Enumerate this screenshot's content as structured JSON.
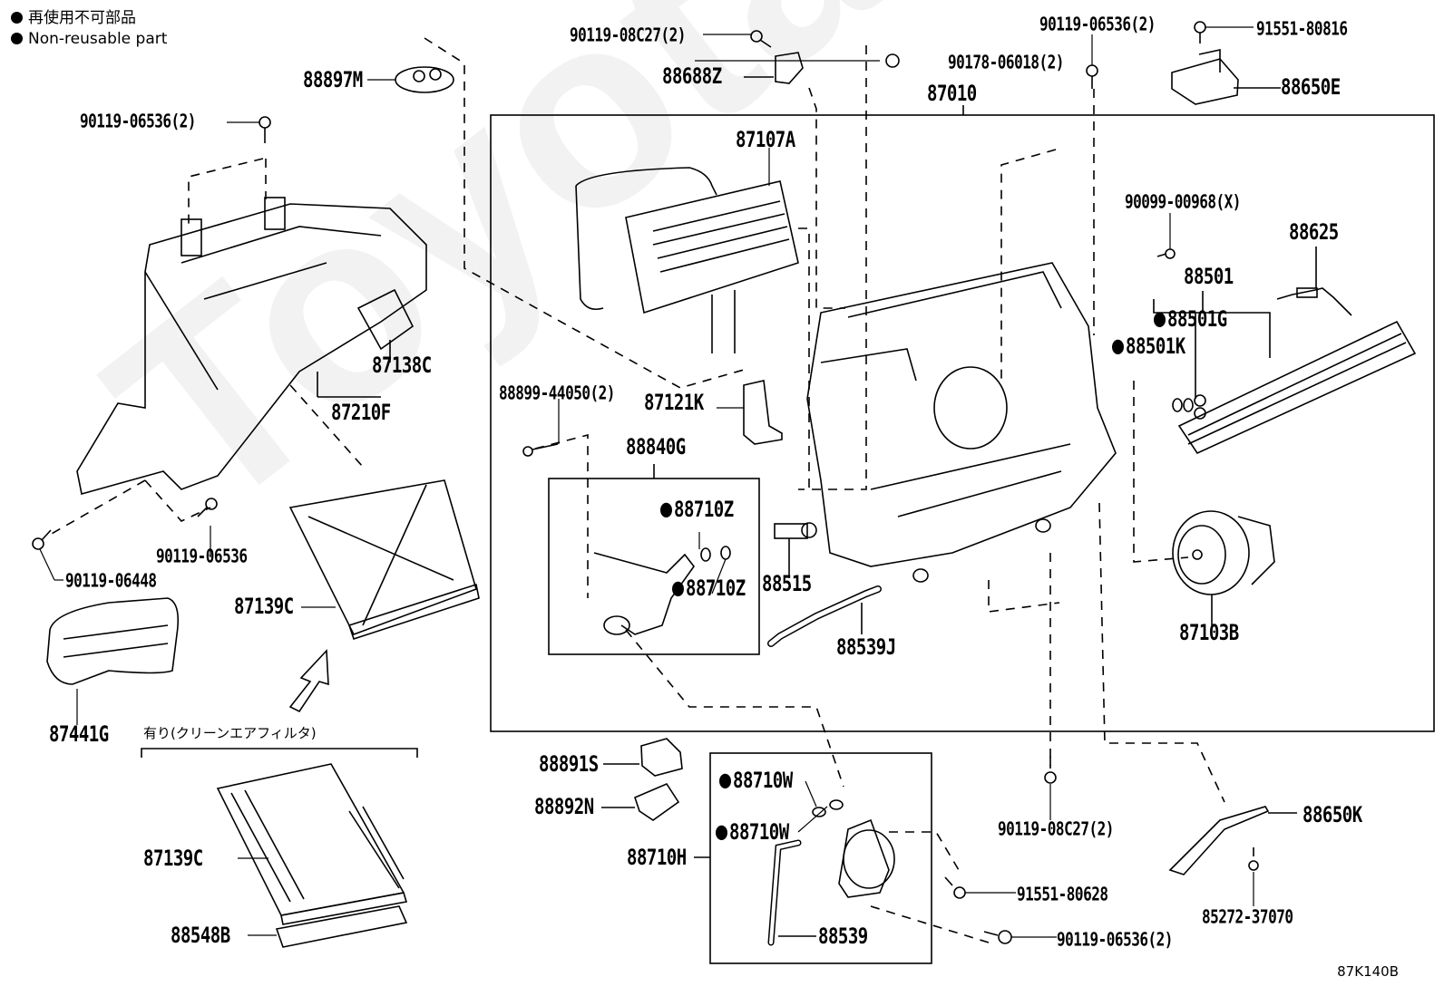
{
  "legend": {
    "jp": "再使用不可部品",
    "en": "Non-reusable part"
  },
  "watermark": "ToyotaCarPart.ru",
  "diagram_code": "87K140B",
  "filter_option_note": "有り(クリーンエアフィルタ)",
  "assembly_label": "87010",
  "parts": {
    "p88897M": "88897M",
    "p90119_06536_2_a": "90119-06536(2)",
    "p90119_08C27_2_a": "90119-08C27(2)",
    "p88688Z": "88688Z",
    "p90178_06018_2": "90178-06018(2)",
    "p87010": "87010",
    "p90119_06536_2_b": "90119-06536(2)",
    "p91551_80816": "91551-80816",
    "p88650E": "88650E",
    "p87107A": "87107A",
    "p90099_00968X": "90099-00968(X)",
    "p88625": "88625",
    "p88501": "88501",
    "p88501G": "88501G",
    "p88501K": "88501K",
    "p87138C": "87138C",
    "p87210F": "87210F",
    "p88899_44050_2": "88899-44050(2)",
    "p87121K": "87121K",
    "p88840G": "88840G",
    "p88710Z_a": "88710Z",
    "p88710Z_b": "88710Z",
    "p88515": "88515",
    "p88539J": "88539J",
    "p87103B": "87103B",
    "p90119_06536": "90119-06536",
    "p90119_06448": "90119-06448",
    "p87139C_a": "87139C",
    "p87441G": "87441G",
    "p87139C_b": "87139C",
    "p88548B": "88548B",
    "p88891S": "88891S",
    "p88892N": "88892N",
    "p88710W_a": "88710W",
    "p88710W_b": "88710W",
    "p88710H": "88710H",
    "p88539": "88539",
    "p90119_08C27_2_b": "90119-08C27(2)",
    "p91551_80628": "91551-80628",
    "p90119_06536_2_c": "90119-06536(2)",
    "p88650K": "88650K",
    "p85272_37070": "85272-37070"
  },
  "non_reusable": [
    "88501G",
    "88501K",
    "88710Z",
    "88710W"
  ]
}
